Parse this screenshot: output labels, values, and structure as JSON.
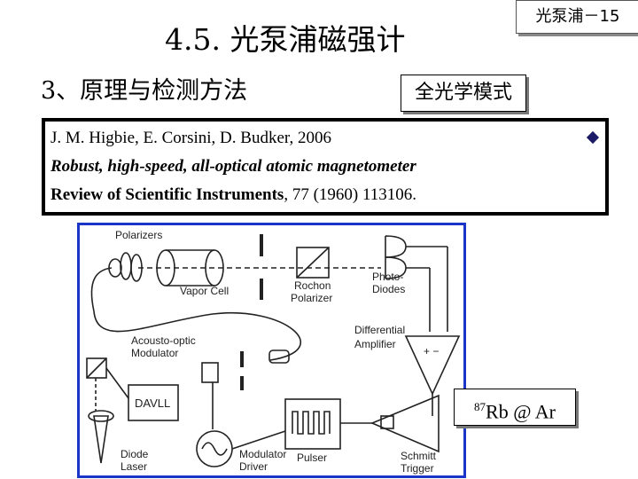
{
  "header": {
    "title": "4.5. 光泵浦磁强计",
    "page_label": "光泵浦－15"
  },
  "section": {
    "subtitle": "3、原理与检测方法",
    "mode_tag": "全光学模式"
  },
  "reference": {
    "authors": "J. M. Higbie, E. Corsini, D. Budker, 2006",
    "article_title": "Robust, high-speed, all-optical atomic magnetometer",
    "journal": "Review of Scientific Instruments",
    "citation": ", 77 (1960) 113106."
  },
  "diagram": {
    "labels": {
      "polarizers": "Polarizers",
      "vapor_cell": "Vapor Cell",
      "rochon_1": "Rochon",
      "rochon_2": "Polarizer",
      "photo_1": "Photo-",
      "photo_2": "Diodes",
      "diff_1": "Differential",
      "diff_2": "Amplifier",
      "aom_1": "Acousto-optic",
      "aom_2": "Modulator",
      "davll": "DAVLL",
      "diode_1": "Diode",
      "diode_2": "Laser",
      "mod_1": "Modulator",
      "mod_2": "Driver",
      "pulser": "Pulser",
      "schmitt_1": "Schmitt",
      "schmitt_2": "Trigger",
      "plus_minus": "+  −"
    }
  },
  "result": {
    "isotope_mass": "87",
    "text": "Rb @ Ar"
  },
  "colors": {
    "diagram_border": "#1c35c9"
  }
}
